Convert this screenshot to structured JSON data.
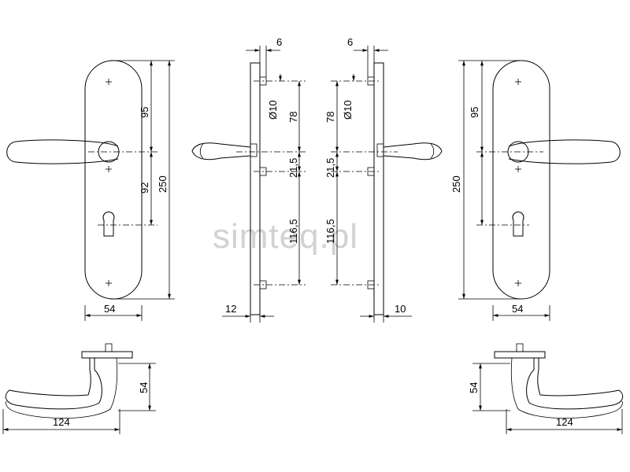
{
  "watermark": "simteq.pl",
  "left_front": {
    "dim_upper": "95",
    "dim_lower": "92",
    "dim_total": "250",
    "dim_width": "54"
  },
  "left_side": {
    "dim_top": "6",
    "dim_diameter": "Ø10",
    "dim_upper": "78",
    "dim_middle": "21,5",
    "dim_lower": "116,5",
    "dim_thickness": "12"
  },
  "right_side": {
    "dim_top": "6",
    "dim_diameter": "Ø10",
    "dim_upper": "78",
    "dim_middle": "21,5",
    "dim_lower": "116,5",
    "dim_thickness": "10"
  },
  "right_front": {
    "dim_upper": "95",
    "dim_total": "250",
    "dim_width": "54"
  },
  "left_top": {
    "dim_height": "54",
    "dim_length": "124"
  },
  "right_top": {
    "dim_height": "54",
    "dim_length": "124"
  }
}
